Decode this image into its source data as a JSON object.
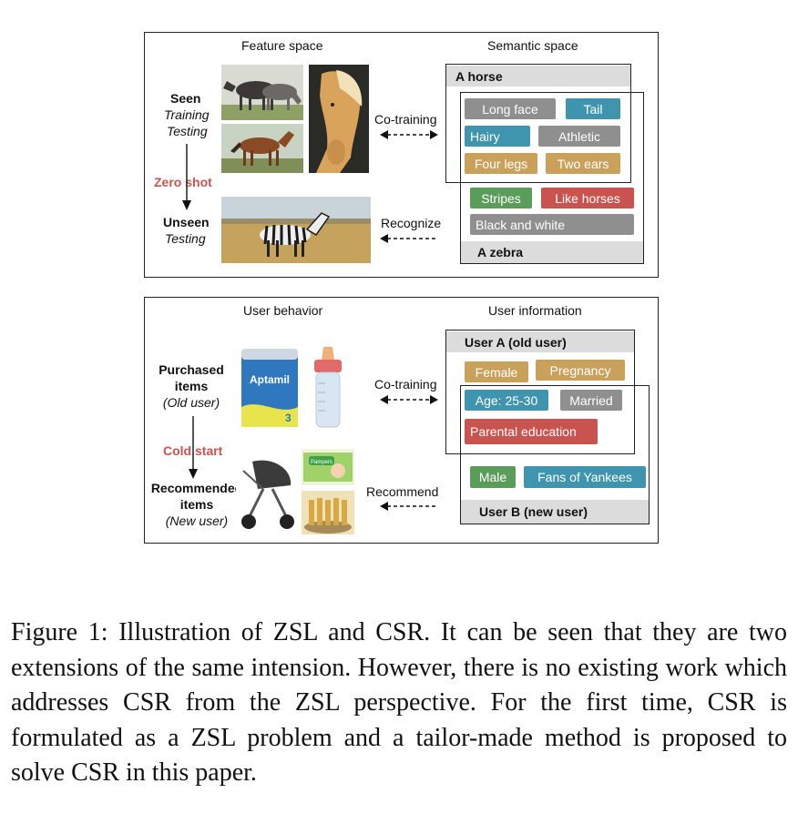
{
  "figure": {
    "top_panel": {
      "header_left": "Feature space",
      "header_right": "Semantic space",
      "seen": "Seen",
      "training": "Training",
      "testing": "Testing",
      "zero_shot": "Zero shot",
      "unseen": "Unseen",
      "unseen_testing": "Testing",
      "cotraining": "Co-training",
      "recognize": "Recognize",
      "class_a": "A horse",
      "class_b": "A zebra",
      "tags": {
        "long_face": "Long face",
        "tail": "Tail",
        "hairy": "Hairy",
        "athletic": "Athletic",
        "four_legs": "Four legs",
        "two_ears": "Two ears",
        "stripes": "Stripes",
        "like_horses": "Like horses",
        "black_white": "Black and white"
      }
    },
    "bottom_panel": {
      "header_left": "User behavior",
      "header_right": "User information",
      "purchased": "Purchased",
      "items": "items",
      "old_user": "(Old user)",
      "cold_start": "Cold start",
      "recommended": "Recommended",
      "rec_items": "items",
      "new_user": "(New user)",
      "cotraining": "Co-training",
      "recommend": "Recommend",
      "user_a": "User A (old user)",
      "user_b": "User B (new user)",
      "product_brand": "Aptamil",
      "can_number": "3",
      "diaper_brand": "Pampers",
      "tags": {
        "female": "Female",
        "pregnancy": "Pregnancy",
        "age": "Age: 25-30",
        "married": "Married",
        "parental_edu": "Parental education",
        "male": "Male",
        "yankees": "Fans of Yankees"
      }
    },
    "colors": {
      "gray": "#8f8f8f",
      "teal": "#3f95ad",
      "tan": "#c9a15b",
      "red": "#c9534f",
      "green": "#5a9c5a",
      "bar": "#dcdcdc"
    }
  },
  "caption": {
    "text": "Figure 1: Illustration of ZSL and CSR. It can be seen that they are two extensions of the same intension. However, there is no existing work which addresses CSR from the ZSL perspective. For the first time, CSR is formulated as a ZSL problem and a tailor-made method is proposed to solve CSR in this paper."
  }
}
